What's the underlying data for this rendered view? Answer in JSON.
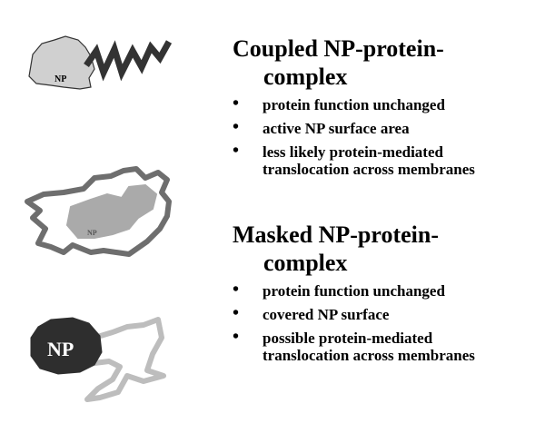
{
  "coupled": {
    "heading_line1": "Coupled NP-protein-",
    "heading_line2": "complex",
    "bullets": [
      "protein function unchanged",
      "active NP surface area",
      "less likely protein-mediated",
      "translocation across membranes"
    ]
  },
  "masked": {
    "heading_line1": "Masked NP-protein-",
    "heading_line2": "complex",
    "bullets": [
      "protein function unchanged",
      "covered NP surface",
      "possible protein-mediated",
      "translocation across membranes"
    ]
  },
  "illustrations": {
    "coupled_np_label": "NP",
    "inner_np_label": "NP",
    "masked_np_label": "NP"
  },
  "colors": {
    "np_light": "#d0d0d0",
    "np_mid": "#aaaaaa",
    "np_dark": "#2e2e2e",
    "protein_dark": "#333333",
    "protein_mid": "#6e6e6e",
    "protein_light": "#bdbdbd"
  }
}
